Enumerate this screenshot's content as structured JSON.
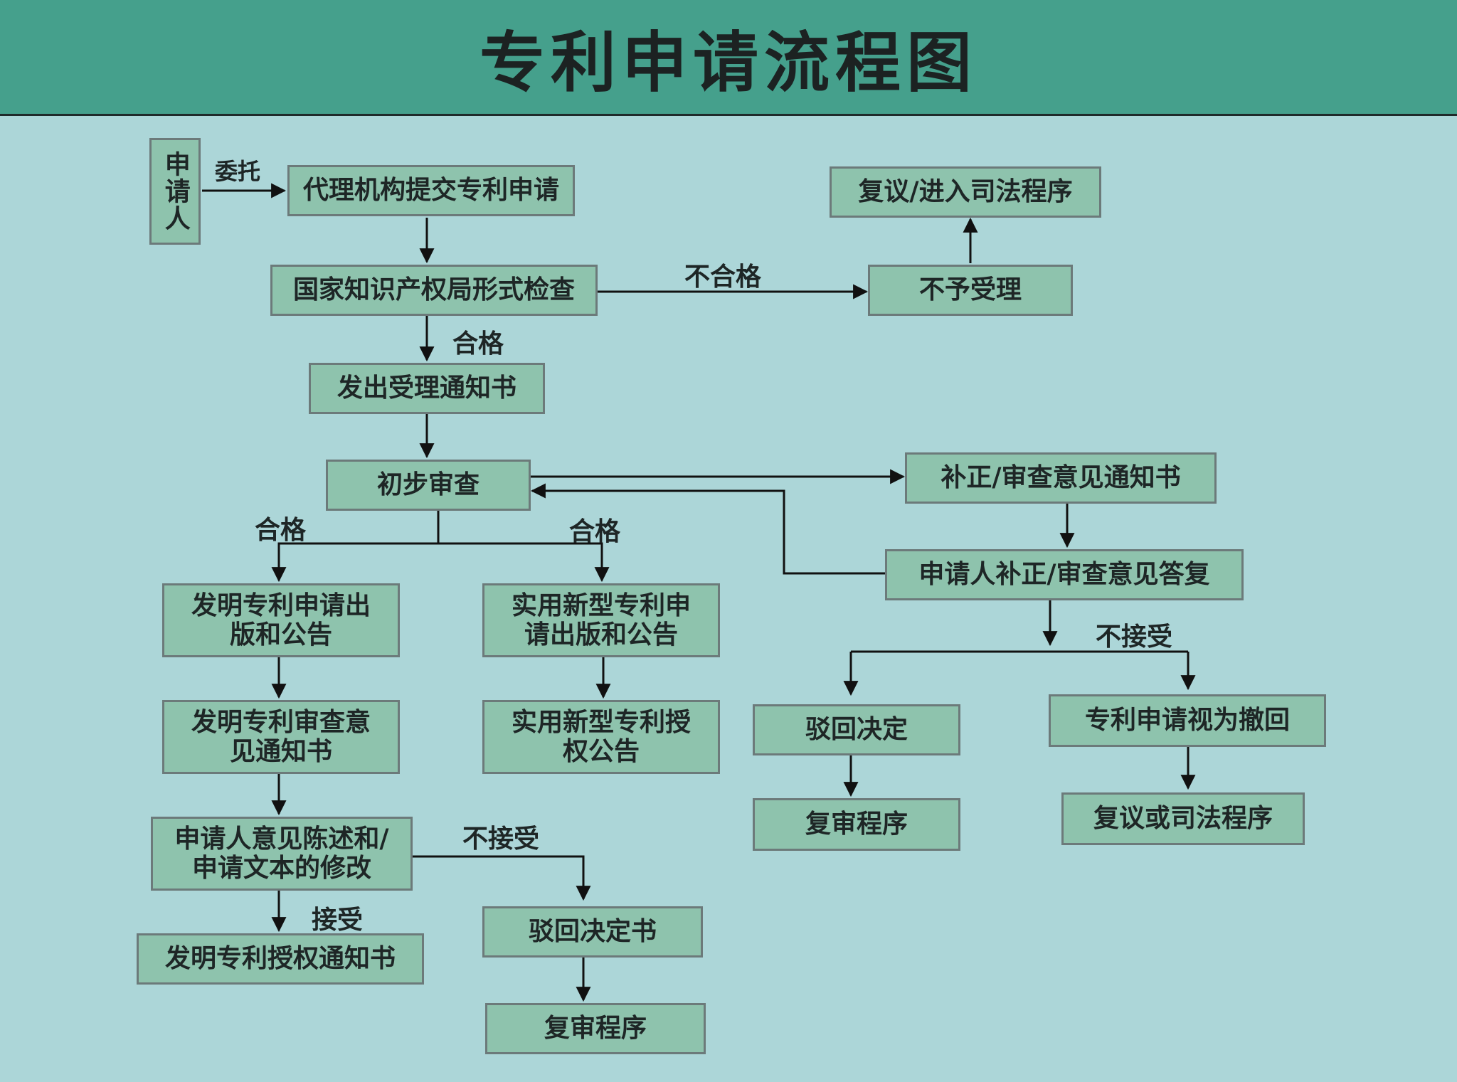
{
  "title": "专利申请流程图",
  "nodes": {
    "applicant": "申请人",
    "agency_submit": "代理机构提交专利申请",
    "formal_exam": "国家知识产权局形式检查",
    "not_accepted": "不予受理",
    "review_judicial": "复议/进入司法程序",
    "acceptance_notice": "发出受理通知书",
    "preliminary_exam": "初步审查",
    "correction_notice": "补正/审查意见通知书",
    "applicant_reply": "申请人补正/审查意见答复",
    "invention_publish": "发明专利申请出版和公告",
    "utility_publish": "实用新型专利申请出版和公告",
    "invention_exam_notice": "发明专利审查意见通知书",
    "utility_grant": "实用新型专利授权公告",
    "applicant_statement": "申请人意见陈述和/申请文本的修改",
    "invention_grant": "发明专利授权通知书",
    "rejection_letter": "驳回决定书",
    "reexam_bottom": "复审程序",
    "rejection_decision": "驳回决定",
    "reexam_right": "复审程序",
    "deemed_withdrawn": "专利申请视为撤回",
    "review_or_judicial": "复议或司法程序"
  },
  "labels": {
    "entrust": "委托",
    "unqualified": "不合格",
    "qualified_1": "合格",
    "qualified_left": "合格",
    "qualified_right": "合格",
    "not_accept_right": "不接受",
    "not_accept_left": "不接受",
    "accept": "接受"
  }
}
